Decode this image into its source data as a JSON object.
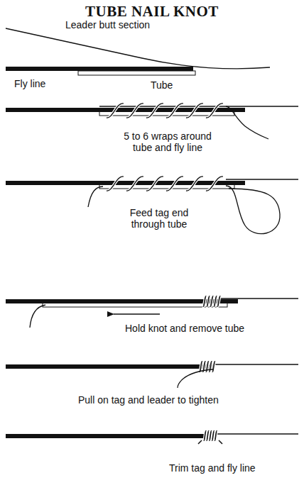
{
  "diagram": {
    "title": "TUBE NAIL KNOT",
    "labels": [
      "Leader butt section",
      "Fly line",
      "Tube",
      "5 to 6 wraps around tube and fly line",
      "Feed tag end through tube",
      "Hold knot and remove tube",
      "Pull on tag and leader to tighten",
      "Trim tag and fly line"
    ]
  }
}
